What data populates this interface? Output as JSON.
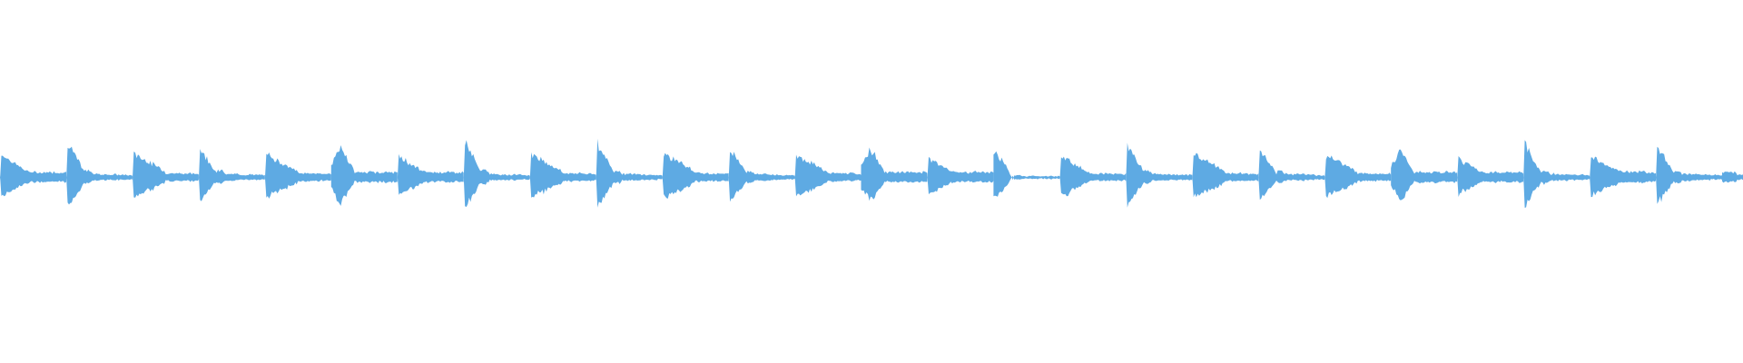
{
  "waveform": {
    "color": "#5eaae3",
    "background": "#ffffff",
    "segments": [
      {
        "start": 0.0,
        "peak": 0.36,
        "sustain": 0.12,
        "style": "c"
      },
      {
        "start": 0.038,
        "peak": 0.52,
        "sustain": 0.1,
        "style": "a"
      },
      {
        "start": 0.076,
        "peak": 0.37,
        "sustain": 0.1,
        "style": "b"
      },
      {
        "start": 0.114,
        "peak": 0.44,
        "sustain": 0.1,
        "style": "a"
      },
      {
        "start": 0.152,
        "peak": 0.36,
        "sustain": 0.1,
        "style": "b"
      },
      {
        "start": 0.19,
        "peak": 0.45,
        "sustain": 0.1,
        "style": "d"
      },
      {
        "start": 0.228,
        "peak": 0.33,
        "sustain": 0.12,
        "style": "c"
      },
      {
        "start": 0.266,
        "peak": 0.51,
        "sustain": 0.1,
        "style": "a"
      },
      {
        "start": 0.304,
        "peak": 0.36,
        "sustain": 0.1,
        "style": "b"
      },
      {
        "start": 0.342,
        "peak": 0.5,
        "sustain": 0.1,
        "style": "a"
      },
      {
        "start": 0.38,
        "peak": 0.37,
        "sustain": 0.1,
        "style": "b"
      },
      {
        "start": 0.418,
        "peak": 0.45,
        "sustain": 0.1,
        "style": "a"
      },
      {
        "start": 0.456,
        "peak": 0.35,
        "sustain": 0.1,
        "style": "b"
      },
      {
        "start": 0.494,
        "peak": 0.42,
        "sustain": 0.1,
        "style": "d"
      },
      {
        "start": 0.532,
        "peak": 0.31,
        "sustain": 0.12,
        "style": "c"
      },
      {
        "start": 0.57,
        "peak": 0.36,
        "sustain": 0.1,
        "style": "e"
      },
      {
        "start": 0.608,
        "peak": 0.35,
        "sustain": 0.1,
        "style": "c"
      },
      {
        "start": 0.646,
        "peak": 0.5,
        "sustain": 0.1,
        "style": "a"
      },
      {
        "start": 0.684,
        "peak": 0.37,
        "sustain": 0.1,
        "style": "b"
      },
      {
        "start": 0.722,
        "peak": 0.42,
        "sustain": 0.1,
        "style": "a"
      },
      {
        "start": 0.76,
        "peak": 0.35,
        "sustain": 0.1,
        "style": "b"
      },
      {
        "start": 0.798,
        "peak": 0.4,
        "sustain": 0.1,
        "style": "d"
      },
      {
        "start": 0.836,
        "peak": 0.3,
        "sustain": 0.12,
        "style": "c"
      },
      {
        "start": 0.874,
        "peak": 0.48,
        "sustain": 0.1,
        "style": "a"
      },
      {
        "start": 0.912,
        "peak": 0.32,
        "sustain": 0.12,
        "style": "b"
      },
      {
        "start": 0.95,
        "peak": 0.47,
        "sustain": 0.1,
        "style": "a"
      },
      {
        "start": 0.988,
        "peak": 0.12,
        "sustain": 0.1,
        "style": "f"
      }
    ]
  }
}
